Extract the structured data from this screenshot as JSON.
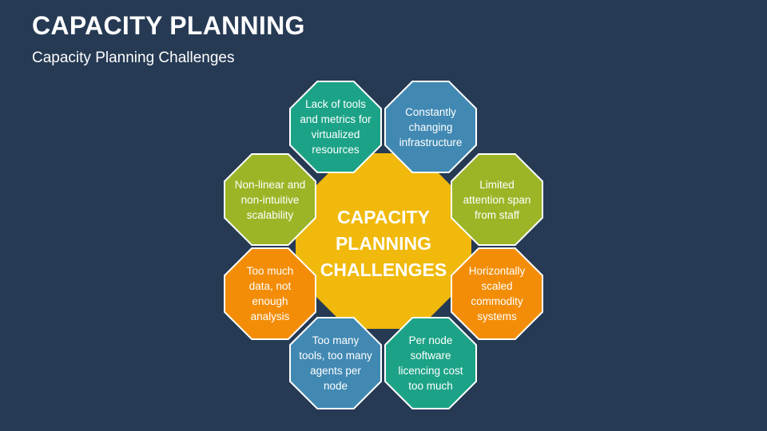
{
  "header": {
    "title": "CAPACITY PLANNING",
    "subtitle": "Capacity Planning Challenges"
  },
  "diagram": {
    "center_label": "CAPACITY PLANNING CHALLENGES",
    "center_color": "#f0b90b",
    "items": [
      {
        "label": "Lack of tools and metrics for virtualized resources",
        "color": "#1ca387"
      },
      {
        "label": "Constantly changing infrastructure",
        "color": "#4189b3"
      },
      {
        "label": "Limited attention span from staff",
        "color": "#9cb527"
      },
      {
        "label": "Horizontally scaled commodity systems",
        "color": "#f38d08"
      },
      {
        "label": "Per node software licencing cost too much",
        "color": "#1ca387"
      },
      {
        "label": "Too many tools, too many agents per node",
        "color": "#4189b3"
      },
      {
        "label": "Too much data, not enough analysis",
        "color": "#f38d08"
      },
      {
        "label": "Non-linear and non-intuitive scalability",
        "color": "#9cb527"
      }
    ]
  }
}
